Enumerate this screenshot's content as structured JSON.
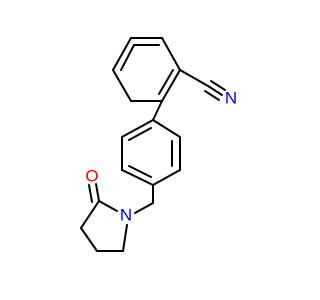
{
  "molecule": {
    "atoms": {
      "nitrile_n": {
        "label": "N",
        "color": "#0000ff"
      },
      "ring_n": {
        "label": "N",
        "color": "#0000ff"
      },
      "carbonyl_o": {
        "label": "O",
        "color": "#ff0000"
      }
    }
  }
}
